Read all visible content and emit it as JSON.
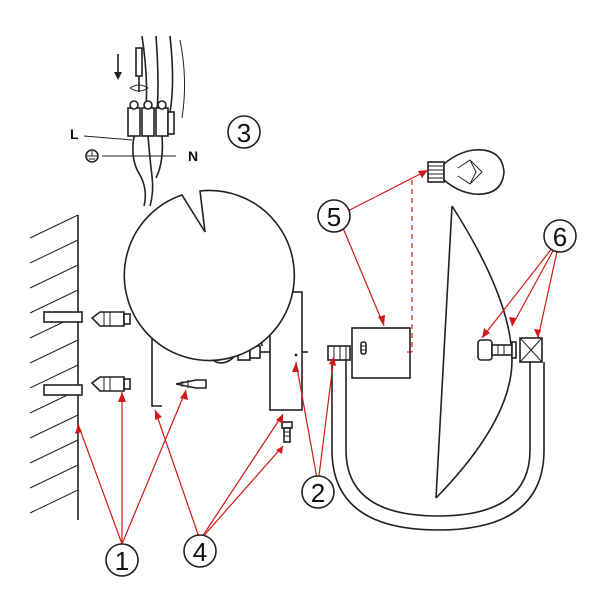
{
  "callouts": {
    "c1": "1",
    "c2": "2",
    "c3": "3",
    "c4": "4",
    "c5": "5",
    "c6": "6"
  },
  "wiring": {
    "live_label": "L",
    "neutral_label": "N"
  },
  "colors": {
    "leader_lines": "#d11a1a",
    "line_art": "#222222"
  },
  "icons": {
    "ground": "ground-symbol-icon",
    "screwdriver": "screwdriver-icon"
  }
}
